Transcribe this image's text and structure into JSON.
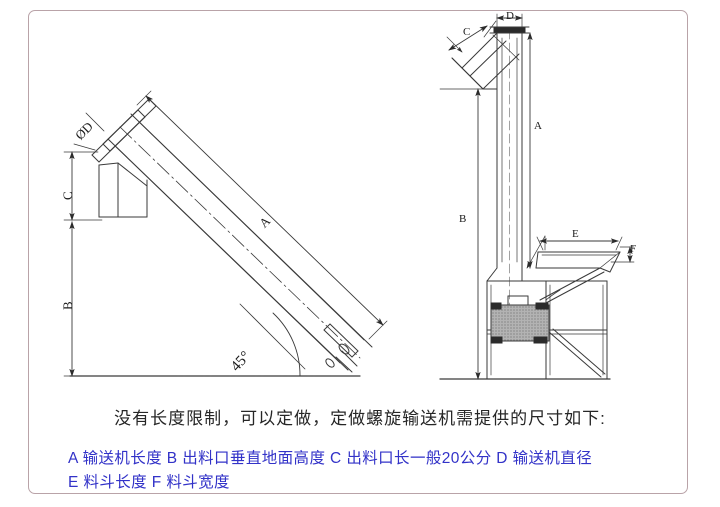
{
  "figure": {
    "title_caption": "没有长度限制，可以定做，定做螺旋输送机需提供的尺寸如下:",
    "dimension_legend_line1": "A 输送机长度   B 出料口垂直地面高度 C 出料口长一般20公分 D 输送机直径",
    "dimension_legend_line2": "E 料斗长度      F 料斗宽度",
    "colors": {
      "border": "#b9a3a8",
      "legend_text": "#3232c8",
      "caption_text": "#262626",
      "line": "#3a3a3a",
      "hatch_fill": "#a9a9a9"
    }
  },
  "left_view": {
    "name": "inclined-screw-conveyor-45deg",
    "labels": {
      "diameter": "ØD",
      "discharge_length": "C",
      "discharge_height": "B",
      "conveyor_length": "A",
      "angle": "45°"
    }
  },
  "right_view": {
    "name": "vertical-screw-conveyor-with-hopper",
    "labels": {
      "discharge_length": "C",
      "diameter": "D",
      "conveyor_length": "A",
      "discharge_height": "B",
      "hopper_length": "E",
      "hopper_width": "F"
    }
  }
}
